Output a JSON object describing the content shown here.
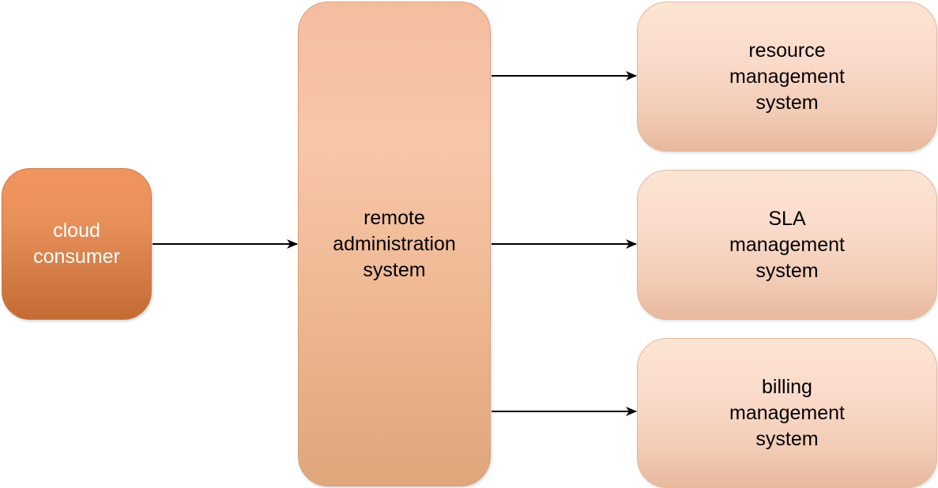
{
  "diagram": {
    "nodes": {
      "cloud_consumer": {
        "label": "cloud\nconsumer"
      },
      "remote_admin": {
        "label": "remote\nadministration\nsystem"
      },
      "resource_mgmt": {
        "label": "resource\nmanagement\nsystem"
      },
      "sla_mgmt": {
        "label": "SLA\nmanagement\nsystem"
      },
      "billing_mgmt": {
        "label": "billing\nmanagement\nsystem"
      }
    },
    "edges": [
      {
        "from": "cloud consumer",
        "to": "remote administration system"
      },
      {
        "from": "remote administration system",
        "to": "resource management system"
      },
      {
        "from": "remote administration system",
        "to": "SLA management system"
      },
      {
        "from": "remote administration system",
        "to": "billing management system"
      }
    ],
    "colors": {
      "consumer_fill": "#e9905a",
      "admin_fill": "#f7c6a8",
      "management_fill": "#fadaca",
      "arrow": "#000000"
    }
  }
}
